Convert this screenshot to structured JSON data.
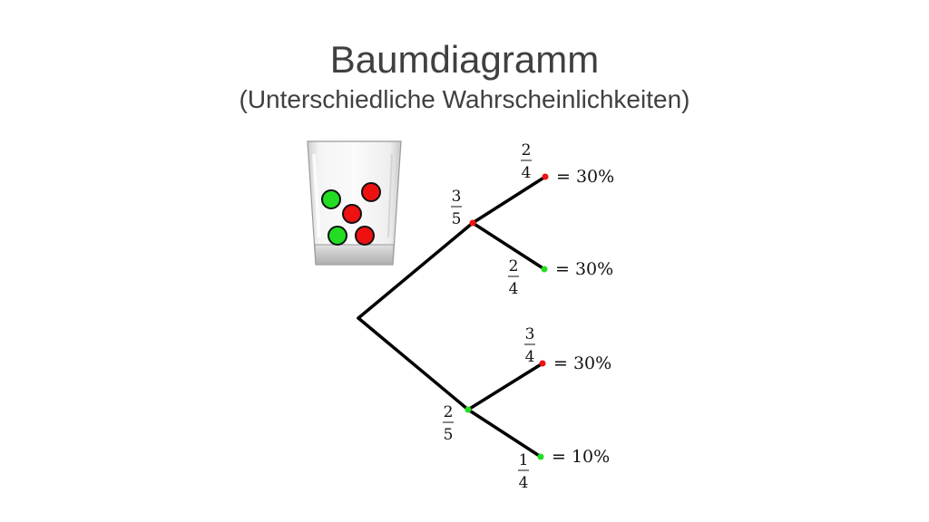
{
  "slide": {
    "title": "Baumdiagramm",
    "subtitle": "(Unterschiedliche Wahrscheinlichkeiten)"
  },
  "glass": {
    "balls": [
      {
        "color": "#22dd22"
      },
      {
        "color": "#ee1111"
      },
      {
        "color": "#ee1111"
      },
      {
        "color": "#22dd22"
      },
      {
        "color": "#ee1111"
      }
    ]
  },
  "tree": {
    "first": [
      {
        "num": "3",
        "den": "5",
        "color": "#ee1111"
      },
      {
        "num": "2",
        "den": "5",
        "color": "#22dd22"
      }
    ],
    "second": [
      {
        "num": "2",
        "den": "4",
        "color": "#ee1111",
        "result": "= 30%"
      },
      {
        "num": "2",
        "den": "4",
        "color": "#22dd22",
        "result": "= 30%"
      },
      {
        "num": "3",
        "den": "4",
        "color": "#ee1111",
        "result": "= 30%"
      },
      {
        "num": "1",
        "den": "4",
        "color": "#22dd22",
        "result": "= 10%"
      }
    ]
  },
  "colors": {
    "red": "#ee1111",
    "green": "#22dd22",
    "branch": "#000000",
    "text": "#404040"
  }
}
